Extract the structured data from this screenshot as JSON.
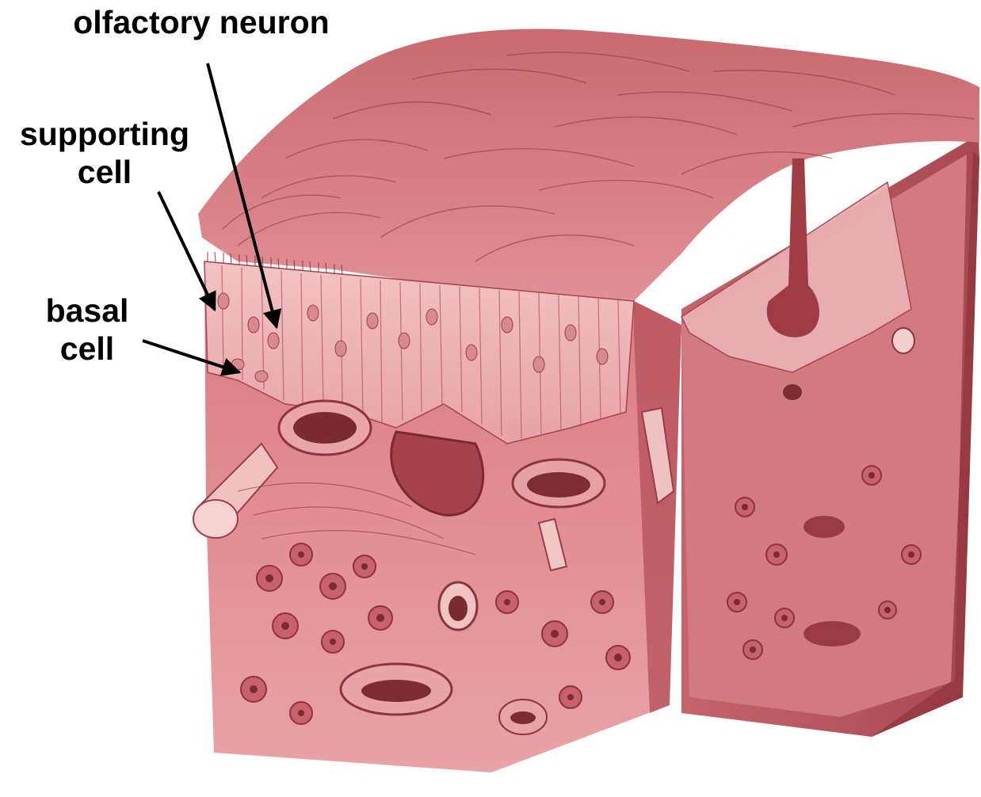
{
  "figure": {
    "labels": {
      "olfactory_neuron": "olfactory neuron",
      "supporting_cell": {
        "line1": "supporting",
        "line2": "cell"
      },
      "basal_cell": {
        "line1": "basal",
        "line2": "cell"
      }
    },
    "colors": {
      "tissue_light": "#f1b2b2",
      "tissue_mid": "#d8757a",
      "tissue_dark": "#a8434a",
      "tissue_deep": "#7e2a31",
      "arrow": "#000000",
      "background": "#ffffff"
    }
  }
}
